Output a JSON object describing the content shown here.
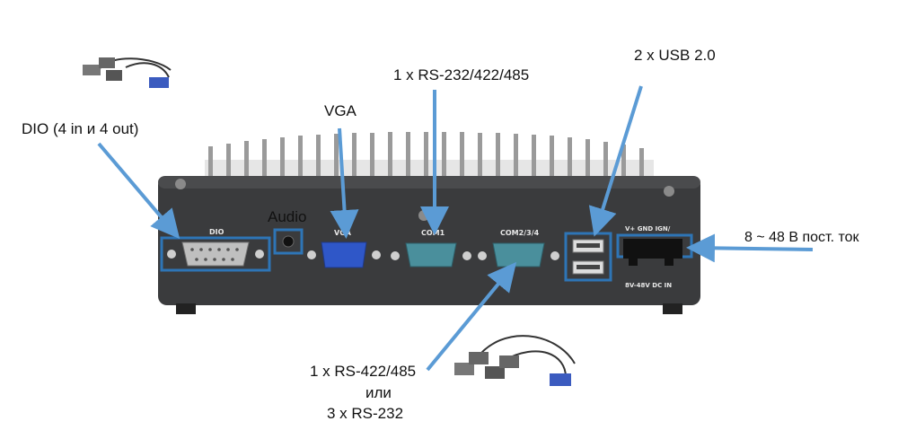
{
  "labels": {
    "dio": "DIO (4 in и 4 out)",
    "vga": "VGA",
    "audio": "Audio",
    "com1": "1 x RS-232/422/485",
    "usb": "2 x USB 2.0",
    "power": "8 ~ 48 В пост. ток",
    "com234_line1": "1 x RS-422/485",
    "com234_line2": "или",
    "com234_line3": "3 x RS-232"
  },
  "panel": {
    "dio": "DIO",
    "vga": "VGA",
    "com1": "COM1",
    "com234": "COM2/3/4",
    "power_header": "V+  GND  IGN/",
    "power_footer": "8V-48V DC IN"
  },
  "colors": {
    "arrow": "#5b9bd5",
    "highlight": "#2e75b6",
    "chassis": "#3a3b3d",
    "heatsink": "#d9d9d9"
  }
}
